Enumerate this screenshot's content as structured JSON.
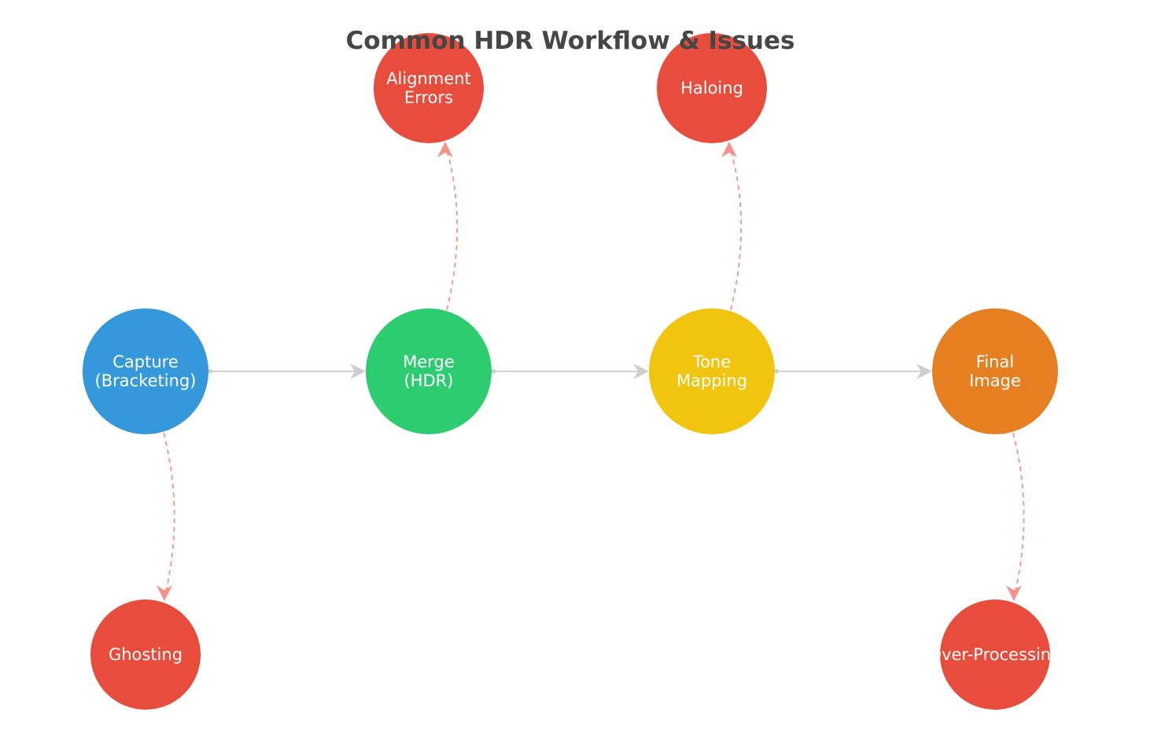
{
  "title": "Common HDR Workflow & Issues",
  "colors": {
    "capture": "#3498db",
    "merge": "#2ecc71",
    "tone": "#f1c40f",
    "final": "#e67e22",
    "issue": "#e74c3c",
    "flow_edge": "#cfcfcf",
    "issue_edge": "#f2948a"
  },
  "nodes": {
    "capture": {
      "lines": [
        "Capture",
        "(Bracketing)"
      ]
    },
    "merge": {
      "lines": [
        "Merge",
        "(HDR)"
      ]
    },
    "tone": {
      "lines": [
        "Tone",
        "Mapping"
      ]
    },
    "final": {
      "lines": [
        "Final",
        "Image"
      ]
    },
    "alignment": {
      "lines": [
        "Alignment",
        "Errors"
      ]
    },
    "haloing": {
      "lines": [
        "Haloing"
      ]
    },
    "ghosting": {
      "lines": [
        "Ghosting"
      ]
    },
    "overprocessing": {
      "lines": [
        "Over-Processing"
      ]
    }
  },
  "flow_edges": [
    {
      "from": "capture",
      "to": "merge"
    },
    {
      "from": "merge",
      "to": "tone"
    },
    {
      "from": "tone",
      "to": "final"
    }
  ],
  "issue_edges": [
    {
      "from": "merge",
      "to": "alignment"
    },
    {
      "from": "tone",
      "to": "haloing"
    },
    {
      "from": "capture",
      "to": "ghosting"
    },
    {
      "from": "final",
      "to": "overprocessing"
    }
  ]
}
